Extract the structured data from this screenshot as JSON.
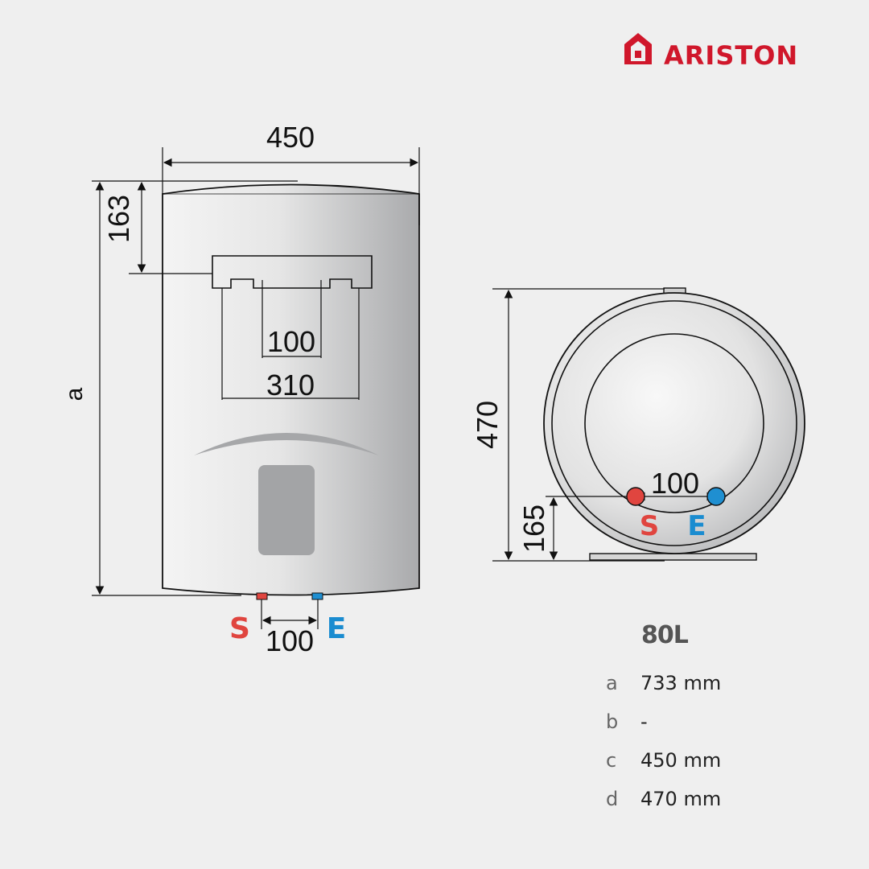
{
  "brand": {
    "name": "ARISTON",
    "color": "#d0172b"
  },
  "front_view": {
    "width_label": "450",
    "height_label": "a",
    "top_offset_label": "163",
    "bracket_inner_label": "100",
    "bracket_outer_label": "310",
    "pipe_spacing_label": "100",
    "outlet_label": "S",
    "inlet_label": "E"
  },
  "side_view": {
    "depth_label": "470",
    "pipe_height_label": "165",
    "pipe_spacing_label": "100",
    "outlet_label": "S",
    "inlet_label": "E"
  },
  "colors": {
    "outlet": "#e0453f",
    "inlet": "#1f8fd1",
    "label_S": "#e0453f",
    "label_E": "#1a8cd0"
  },
  "specs": {
    "model": "80L",
    "rows": [
      {
        "key": "a",
        "value": "733 mm"
      },
      {
        "key": "b",
        "value": "-"
      },
      {
        "key": "c",
        "value": "450 mm"
      },
      {
        "key": "d",
        "value": "470 mm"
      }
    ]
  }
}
